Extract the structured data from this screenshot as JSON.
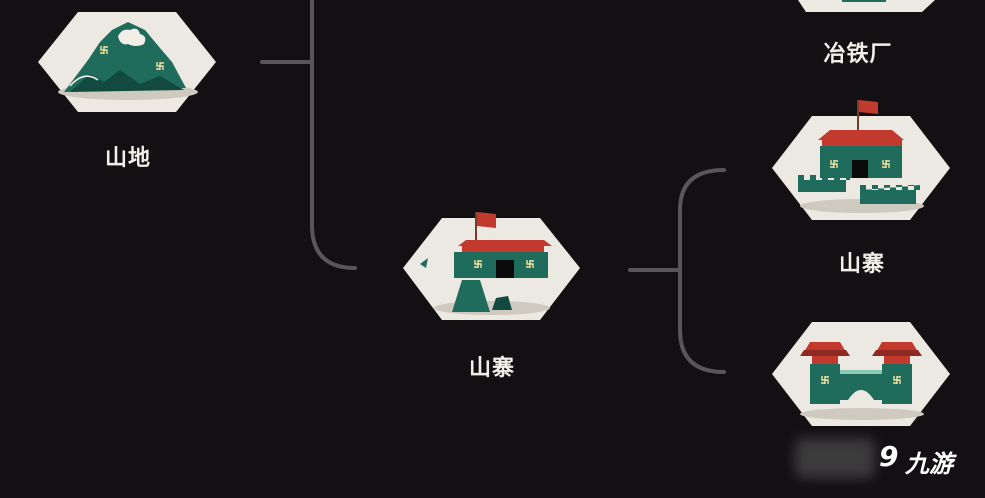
{
  "tree": {
    "nodes": [
      {
        "id": "mountain",
        "label": "山地",
        "icon": "mountain-tile-icon"
      },
      {
        "id": "smelter",
        "label": "冶铁厂",
        "icon": "smelter-tile-icon"
      },
      {
        "id": "fort-center",
        "label": "山寨",
        "icon": "fort-tile-icon"
      },
      {
        "id": "fort-right",
        "label": "山寨",
        "icon": "walled-fort-tile-icon"
      },
      {
        "id": "gate",
        "label": "",
        "icon": "city-gate-tile-icon"
      }
    ]
  },
  "watermark": {
    "mark": "9",
    "text": "九游"
  },
  "colors": {
    "background": "#121012",
    "tile": "#ece9e2",
    "teal": "#1f6b5c",
    "red": "#c23a2e",
    "connector": "#5a5558",
    "label": "#f2efe9"
  }
}
